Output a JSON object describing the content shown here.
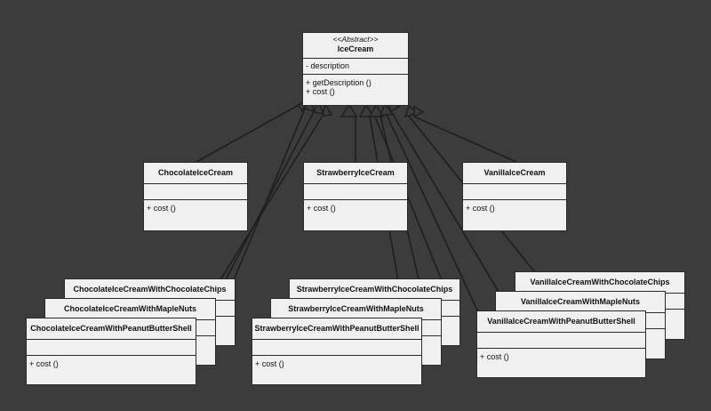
{
  "abstract_class": {
    "stereotype": "<<Abstract>>",
    "name": "IceCream",
    "attributes": [
      "- description"
    ],
    "operations": [
      "+ getDescription ()",
      "+ cost ()"
    ]
  },
  "flavor_classes": [
    {
      "name": "ChocolateIceCream",
      "attributes": [],
      "operations": [
        "+ cost ()"
      ]
    },
    {
      "name": "StrawberryIceCream",
      "attributes": [],
      "operations": [
        "+ cost ()"
      ]
    },
    {
      "name": "VanillaIceCream",
      "attributes": [],
      "operations": [
        "+ cost ()"
      ]
    }
  ],
  "chocolate_variants": [
    {
      "name": "ChocolateIceCreamWithChocolateChips"
    },
    {
      "name": "ChocolateIceCreamWithMapleNuts"
    },
    {
      "name": "ChocolateIceCreamWithPeanutButterShell",
      "operations": [
        "+ cost ()"
      ]
    }
  ],
  "strawberry_variants": [
    {
      "name": "StrawberryIceCreamWithChocolateChips"
    },
    {
      "name": "StrawberryIceCreamWithMapleNuts"
    },
    {
      "name": "StrawberryIceCreamWithPeanutButterShell",
      "operations": [
        "+ cost ()"
      ]
    }
  ],
  "vanilla_variants": [
    {
      "name": "VanillaIceCreamWithChocolateChips"
    },
    {
      "name": "VanillaIceCreamWithMapleNuts"
    },
    {
      "name": "VanillaIceCreamWithPeanutButterShell",
      "operations": [
        "+ cost ()"
      ]
    }
  ],
  "colors": {
    "background": "#3c3c3c",
    "box_fill": "#f0f0f0",
    "stroke": "#1e1e1e"
  },
  "relationship": "generalization"
}
